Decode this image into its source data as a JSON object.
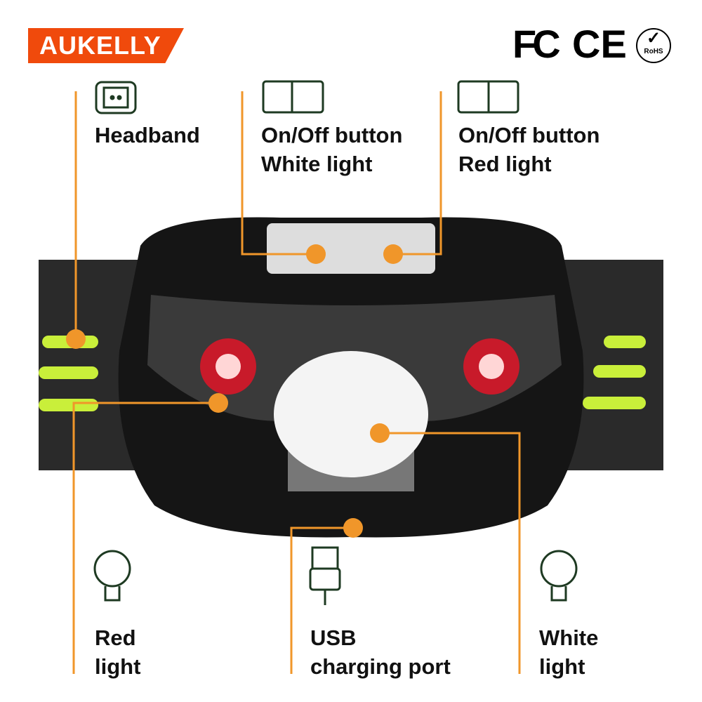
{
  "brand": {
    "name": "AUKELLY",
    "color": "#F04A0C"
  },
  "certifications": {
    "fcc": "FC",
    "ce": "CE",
    "rohs": "RoHS"
  },
  "accent_color": "#F0962A",
  "callouts": {
    "headband": {
      "line1": "Headband",
      "icon": "headband-icon"
    },
    "white_button": {
      "line1": "On/Off button",
      "line2": "White light",
      "icon": "switch-icon"
    },
    "red_button": {
      "line1": "On/Off button",
      "line2": "Red light",
      "icon": "switch-icon"
    },
    "red_light": {
      "line1": "Red",
      "line2": "light",
      "icon": "bulb-icon"
    },
    "usb": {
      "line1": "USB",
      "line2": "charging port",
      "icon": "usb-icon"
    },
    "white_light": {
      "line1": "White",
      "line2": "light",
      "icon": "bulb-icon"
    }
  }
}
